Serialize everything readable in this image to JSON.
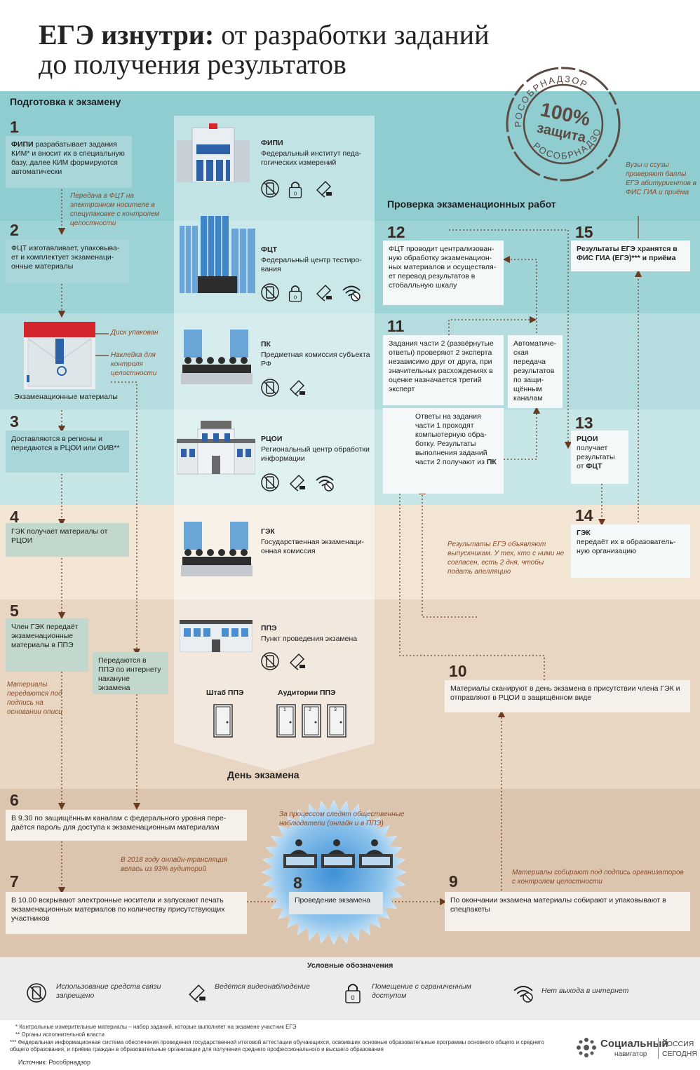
{
  "title": {
    "bold": "ЕГЭ изнутри:",
    "rest": " от разработки заданий",
    "line2": "до получения результатов"
  },
  "sections": {
    "prep": "Подготовка к экзамену",
    "check": "Проверка экзаменационных работ",
    "exam_day": "День экзамена"
  },
  "stamp": {
    "top": "РОСОБРНАДЗОР",
    "bottom": "РОСОБРНАДЗОР",
    "center1": "100%",
    "center2": "защита"
  },
  "steps": {
    "s1": {
      "num": "1",
      "bold": "ФИПИ",
      "text": " разрабатывает задания КИМ* и вносит их в специаль­ную базу, далее КИМ формиру­ются автоматически"
    },
    "s2": {
      "num": "2",
      "text": "ФЦТ изготавливает, упаковыва­ет и комплектует экзаменаци­онные материалы"
    },
    "s3": {
      "num": "3",
      "text": "Доставляются в регионы и передаются в РЦОИ или ОИВ**"
    },
    "s4": {
      "num": "4",
      "text": "ГЭК получает материалы от РЦОИ"
    },
    "s5": {
      "num": "5",
      "text": "Член ГЭК передаёт экзаменационные материалы в ППЭ"
    },
    "s5b": {
      "text": "Передаются в ППЭ по интернету накануне экзамена"
    },
    "s6": {
      "num": "6",
      "text": "В 9.30 по защищённым каналам с федерального уровня пере­даётся пароль для доступа к экзаменационным материалам"
    },
    "s7": {
      "num": "7",
      "text": "В 10.00 вскрывают электронные носители и запускают печать экзаменационных материалов по количеству присутствующих участников"
    },
    "s8": {
      "num": "8",
      "text": "Проведение экзамена"
    },
    "s9": {
      "num": "9",
      "text": "По окончании экзамена материалы собирают и упаковывают в спецпакеты"
    },
    "s10": {
      "num": "10",
      "text": "Материалы сканируют в день экзамена в присутствии члена ГЭК и отправляют в РЦОИ в защищённом виде"
    },
    "s11": {
      "num": "11",
      "text": "Задания части 2 (развёрнутые ответы) проверяют 2 эксперта независимо друг от друга, при значительных расхожде­ниях в оценке назначается третий эксперт"
    },
    "s11b": {
      "text": "Ответы на задания части 1 проходят компьютерную обра­ботку. Результаты выполнения заданий части 2 получают из ",
      "bold": "ПК"
    },
    "s11c": {
      "text": "Автоматиче­ская переда­ча результа­тов по защи­щённым каналам"
    },
    "s12": {
      "num": "12",
      "text": "ФЦТ проводит централизован­ную обработку экзаменацион­ных материалов и осуществля­ет перевод результатов в стобалльную шкалу"
    },
    "s13": {
      "num": "13",
      "bold1": "РЦОИ",
      "text": " получает результаты от ",
      "bold2": "ФЦТ"
    },
    "s14": {
      "num": "14",
      "bold": "ГЭК",
      "text": " передаёт их в образователь­ную организацию"
    },
    "s15": {
      "num": "15",
      "text": "Результаты ЕГЭ хранятся в ФИС ГИА (ЕГЭ)*** и приёма"
    }
  },
  "notes": {
    "n1": "Передача в ФЦТ на электронном носителе в спецупаковке с контро­лем целостности",
    "disk": "Диск упакован",
    "sticker": "Наклейка для контроля целостности",
    "materials": "Экзаменационные материалы",
    "signed": "Материалы передаются под подпись на основании описи",
    "observers": "За процессом следят общественные наблюдатели (онлайн и в ППЭ)",
    "online2018": "В 2018 году онлайн-трансляция велась из 93% аудиторий",
    "collect": "Материалы собирают под подпись организа­торов с контролем целостности",
    "appeal": "Результаты ЕГЭ объявляют выпускникам. У тех, кто с ними не согласен, есть 2 дня, чтобы подать апелляцию",
    "univ": "Вузы и ссузы проверяют баллы ЕГЭ абитуриен­тов в ФИС ГИА и приёма"
  },
  "institutions": {
    "fipi": {
      "name": "ФИПИ",
      "desc": "Федеральный институт педа­гогических измерений"
    },
    "fct": {
      "name": "ФЦТ",
      "desc": "Федеральный центр тестиро­вания"
    },
    "pk": {
      "name": "ПК",
      "desc": "Предметная комиссия субъек­та РФ"
    },
    "rcoi": {
      "name": "РЦОИ",
      "desc": "Региональный центр обработ­ки информации"
    },
    "gek": {
      "name": "ГЭК",
      "desc": "Государственная экзаменаци­онная комиссия"
    },
    "ppe": {
      "name": "ППЭ",
      "desc": "Пункт проведения экзамена"
    },
    "hq": "Штаб ППЭ",
    "rooms": "Аудитории ППЭ",
    "door_nums": [
      "1",
      "2",
      "3"
    ]
  },
  "legend": {
    "title": "Условные обозначения",
    "phone": "Использование средств связи запрещено",
    "camera": "Ведётся видеонаблюдение",
    "lock": "Помещение с ограниченным доступом",
    "wifi": "Нет выхода в интернет"
  },
  "footnotes": {
    "f1": "* Контрольные измерительные материалы – набор заданий, которые выполняет на экзамене участник ЕГЭ",
    "f2": "** Органы исполнительной власти",
    "f3": "*** Федеральная информационная система обеспечения проведения государственной итоговой аттестации обучающихся, освоивших основные образовательные программы основного общего и среднего общего образования, и приёма граждан в образовательные организации для получения среднего профессионального и высшего образования",
    "source": "Источник: Рособрнадзор"
  },
  "logo": {
    "social1": "Социальный",
    "social2": "навигатор",
    "ria1": "РОССИЯ",
    "ria2": "СЕГОДНЯ"
  },
  "colors": {
    "teal_dark": "#7fc2c6",
    "teal_light": "#bfe1e3",
    "peach": "#f3e4d2",
    "tan": "#e4d0bb",
    "tan_dark": "#dcc3aa",
    "arrow": "#6b3a22",
    "note": "#8a4a2a"
  }
}
